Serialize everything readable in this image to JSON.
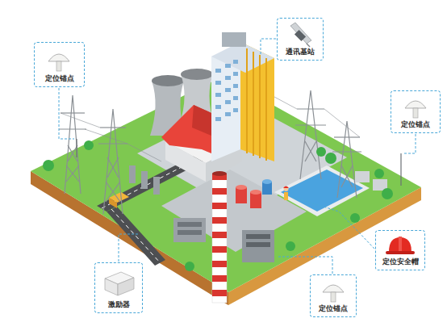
{
  "diagram": {
    "nodes": [
      {
        "text": [
          "定位锚点"
        ]
      },
      {
        "text": [
          "通讯基站"
        ]
      },
      {
        "text": [
          "定位锚点"
        ]
      },
      {
        "text": [
          "定位安全帽"
        ]
      },
      {
        "text": [
          "激励器"
        ]
      },
      {
        "text": [
          "定位锚点"
        ]
      }
    ]
  }
}
